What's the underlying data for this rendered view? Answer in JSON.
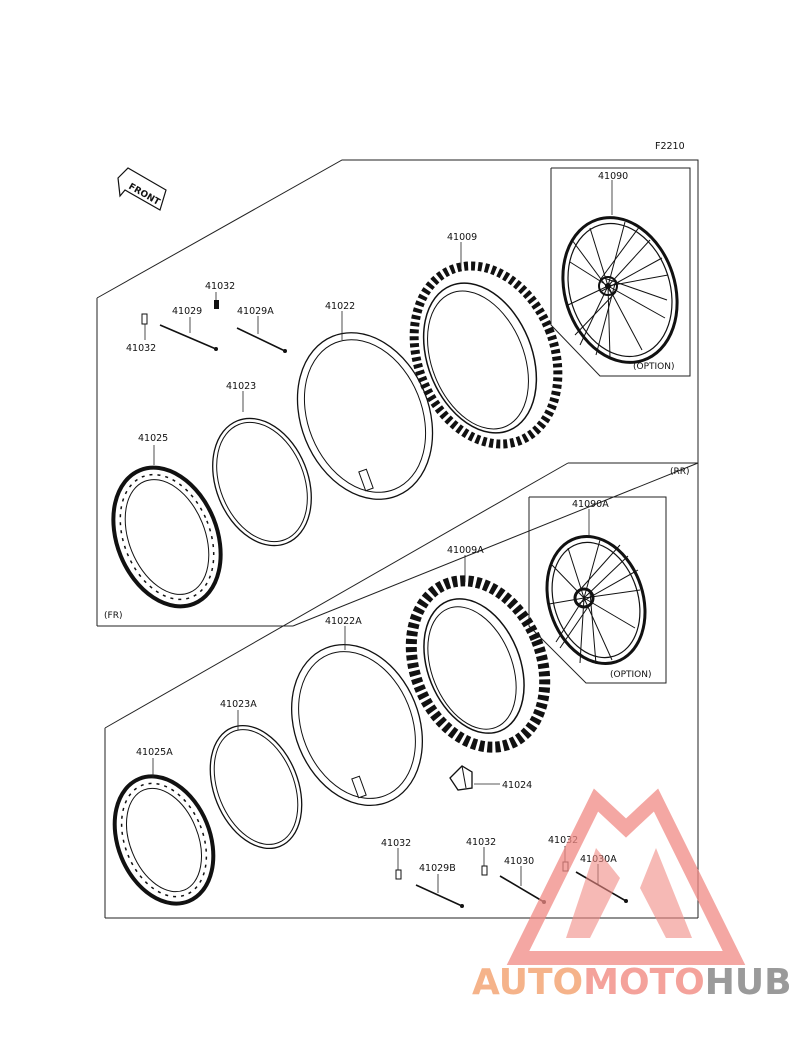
{
  "figure_code": "F2210",
  "front_label": "FRONT",
  "sections": {
    "front": "(FR)",
    "rear": "(RR)",
    "option_front": "(OPTION)",
    "option_rear": "(OPTION)"
  },
  "parts": {
    "p41090": "41090",
    "p41009": "41009",
    "p41032_top": "41032",
    "p41032_left": "41032",
    "p41029": "41029",
    "p41029A": "41029A",
    "p41022": "41022",
    "p41023": "41023",
    "p41025": "41025",
    "p41090A": "41090A",
    "p41009A": "41009A",
    "p41022A": "41022A",
    "p41023A": "41023A",
    "p41025A": "41025A",
    "p41024": "41024",
    "p41032_r1": "41032",
    "p41029B": "41029B",
    "p41032_r2": "41032",
    "p41030": "41030",
    "p41032_r3": "41032",
    "p41030A": "41030A"
  },
  "watermark": {
    "part1": "AUTO",
    "part2": "MOTO",
    "part3": "HUB"
  },
  "colors": {
    "line": "#222222",
    "watermark_red": "#f08a84",
    "watermark_orange": "#f5b38a",
    "watermark_gray": "#9a9a9a"
  }
}
